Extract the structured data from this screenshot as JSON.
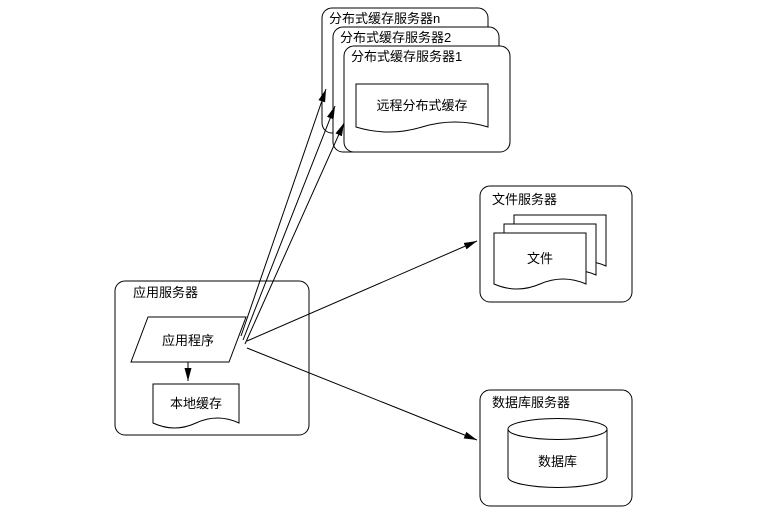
{
  "diagram": {
    "title": "distributed-cache-architecture",
    "cache_stack": {
      "server_n_label": "分布式缓存服务器n",
      "server_2_label": "分布式缓存服务器2",
      "server_1_label": "分布式缓存服务器1",
      "remote_cache_label": "远程分布式缓存"
    },
    "file_server": {
      "title": "文件服务器",
      "file_label": "文件"
    },
    "database_server": {
      "title": "数据库服务器",
      "database_label": "数据库"
    },
    "app_server": {
      "title": "应用服务器",
      "application_label": "应用程序",
      "local_cache_label": "本地缓存"
    },
    "colors": {
      "stroke": "#000000",
      "shape_fill": "#ffffff",
      "background": "#ffffff"
    }
  }
}
